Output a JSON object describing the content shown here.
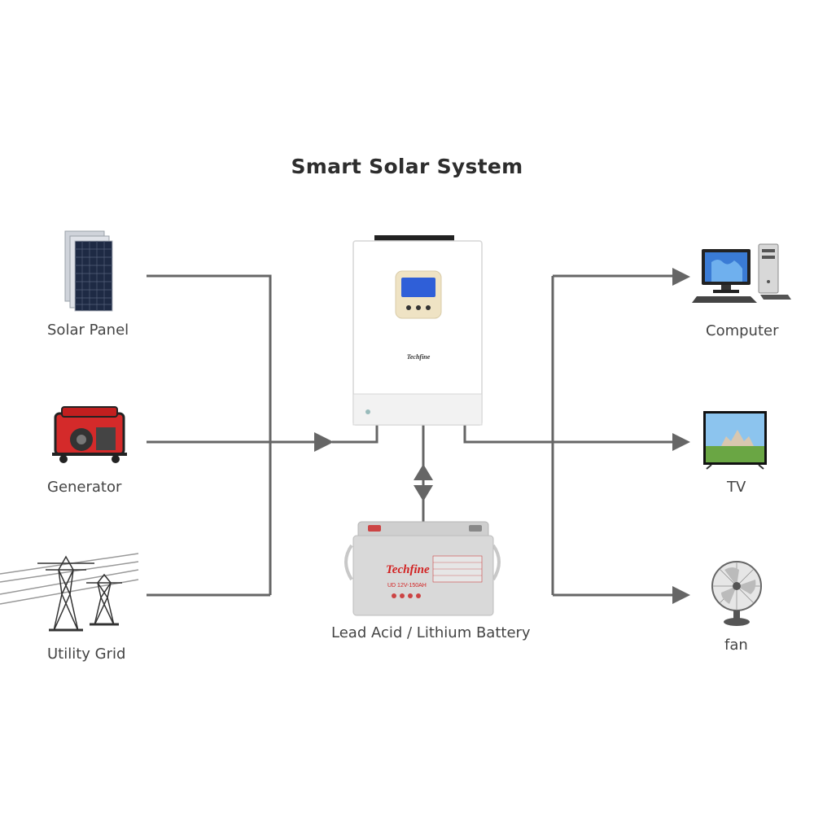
{
  "title": "Smart Solar System",
  "sources": {
    "solar_panel": "Solar Panel",
    "generator": "Generator",
    "utility_grid": "Utility Grid"
  },
  "inverter": {
    "brand": "Techfine"
  },
  "battery": {
    "label": "Lead Acid / Lithium Battery",
    "brand": "Techfine",
    "model": "UD 12V-150AH"
  },
  "loads": {
    "computer": "Computer",
    "tv": "TV",
    "fan": "fan"
  },
  "colors": {
    "line": "#666666",
    "generator_red": "#d42a2a",
    "panel_blue": "#1e2a44",
    "battery_gray": "#d9d9d9",
    "battery_brand_red": "#d22222",
    "lcd_blue": "#2f5fd8",
    "control_beige": "#efe3c4"
  }
}
